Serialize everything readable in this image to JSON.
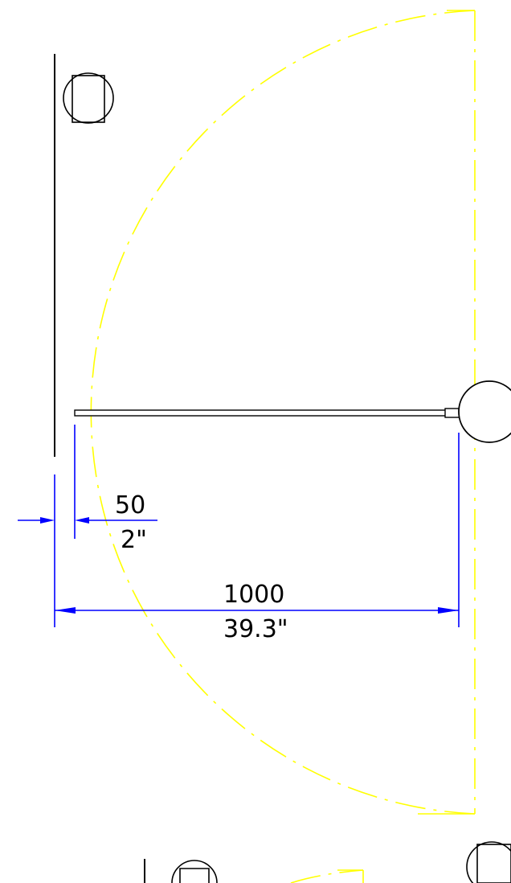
{
  "colors": {
    "line": "#000000",
    "dimension": "#0000ff",
    "swing": "#ffff00",
    "background": "#ffffff"
  },
  "dimensions": {
    "gap": {
      "metric": "50",
      "imperial": "2\""
    },
    "width": {
      "metric": "1000",
      "imperial": "39.3\""
    }
  }
}
